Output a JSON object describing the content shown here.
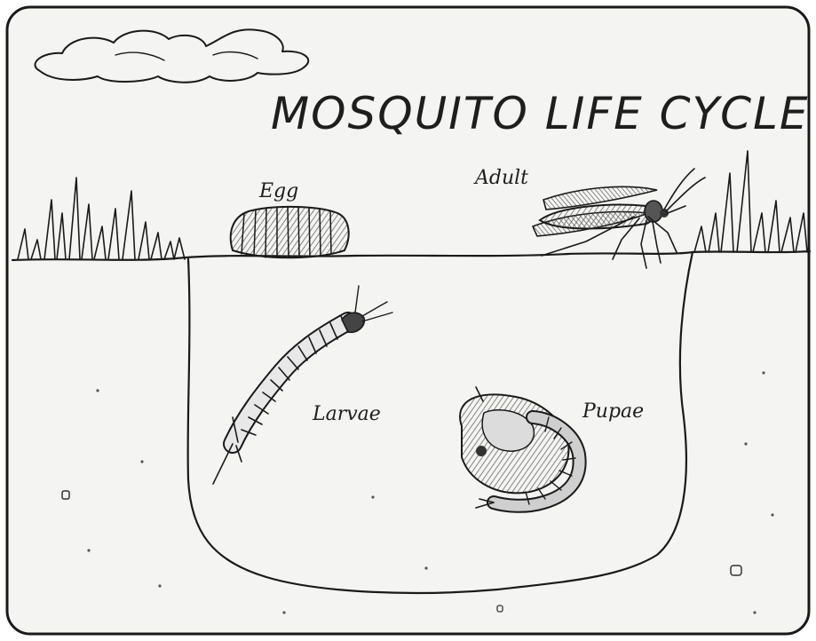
{
  "title": "MOSQUITO LIFE CYCLE",
  "stages": {
    "egg": "Egg",
    "adult": "Adult",
    "larvae": "Larvae",
    "pupae": "Pupae"
  },
  "colors": {
    "paper": "#f4f4f2",
    "ink": "#1a1a1a",
    "shading": "#7a7a7a"
  }
}
